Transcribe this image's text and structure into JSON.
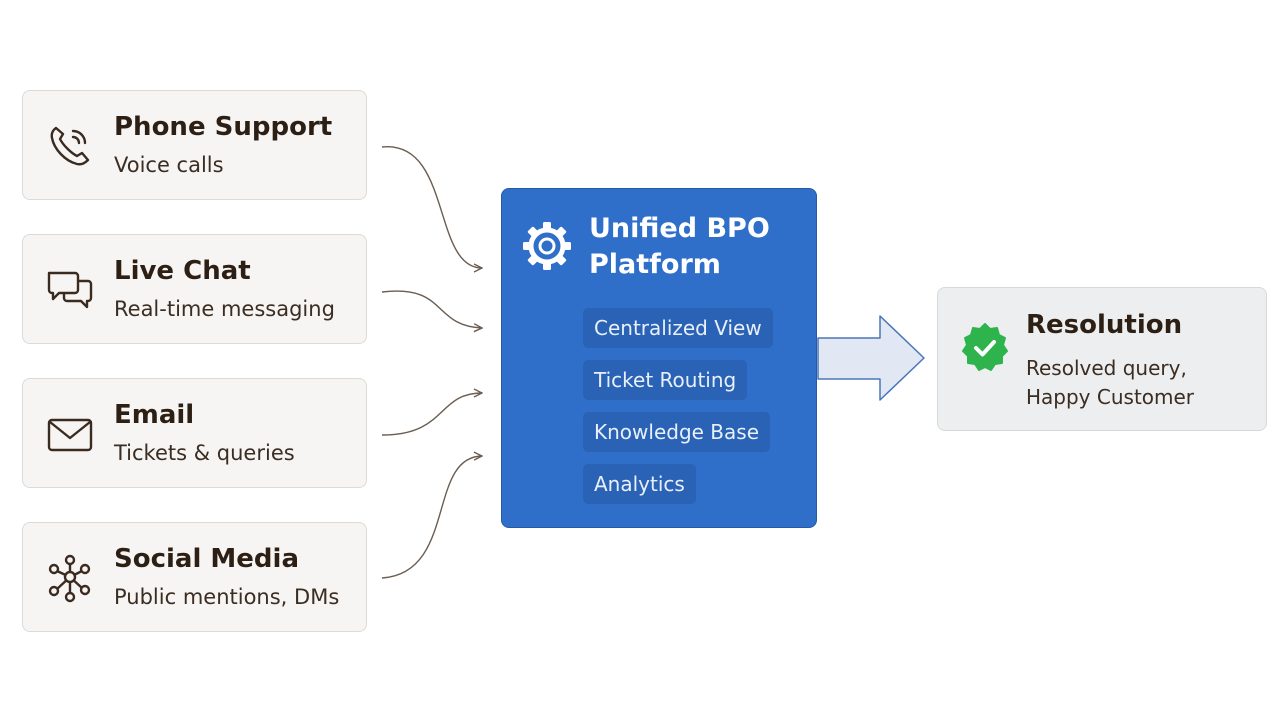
{
  "channels": [
    {
      "title": "Phone Support",
      "subtitle": "Voice calls",
      "icon": "phone-icon"
    },
    {
      "title": "Live Chat",
      "subtitle": "Real-time messaging",
      "icon": "chat-bubbles-icon"
    },
    {
      "title": "Email",
      "subtitle": "Tickets & queries",
      "icon": "envelope-icon"
    },
    {
      "title": "Social Media",
      "subtitle": "Public mentions, DMs",
      "icon": "network-icon"
    }
  ],
  "platform": {
    "title": "Unified BPO Platform",
    "icon": "gear-icon",
    "features": [
      "Centralized View",
      "Ticket Routing",
      "Knowledge Base",
      "Analytics"
    ]
  },
  "resolution": {
    "title": "Resolution",
    "description": "Resolved query, Happy Customer",
    "icon": "verified-check-icon"
  },
  "colors": {
    "platform_bg": "#2f6fca",
    "feature_bg": "#2a62b5",
    "card_bg": "#f6f5f3",
    "resolution_bg": "#eceeef",
    "arrow_fill": "#e1e8f3",
    "arrow_stroke": "#4a76b8",
    "check_green": "#2fb34d",
    "text_dark": "#2d1f14",
    "connector": "#6b5d51"
  }
}
